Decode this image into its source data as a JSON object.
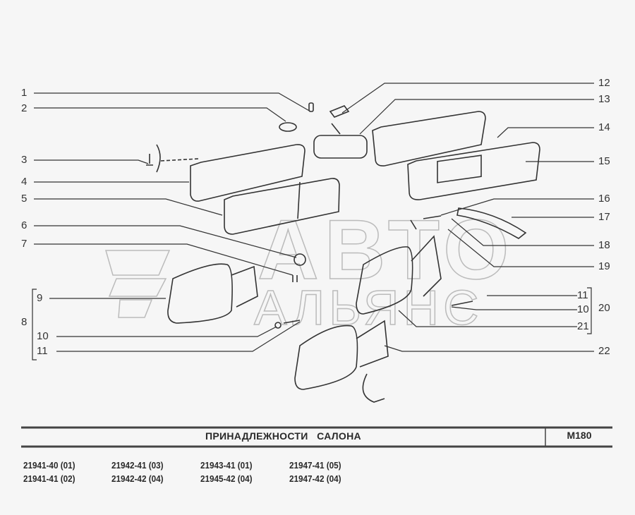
{
  "watermark": {
    "line1": "АВТО",
    "line2": "АЛЬЯНС"
  },
  "callouts_left": [
    "1",
    "2",
    "3",
    "4",
    "5",
    "6",
    "7",
    "9",
    "8",
    "10",
    "11"
  ],
  "callouts_right": [
    "12",
    "13",
    "14",
    "15",
    "16",
    "17",
    "18",
    "19",
    "11",
    "10",
    "20",
    "21",
    "22"
  ],
  "title": "ПРИНАДЛЕЖНОСТИ   САЛОНА",
  "page_code": "M180",
  "model_codes": [
    [
      "21941-40 (01)",
      "21941-41 (02)"
    ],
    [
      "21942-41 (03)",
      "21942-42 (04)"
    ],
    [
      "21943-41 (01)",
      "21945-42 (04)"
    ],
    [
      "21947-41 (05)",
      "21947-42 (04)"
    ]
  ]
}
